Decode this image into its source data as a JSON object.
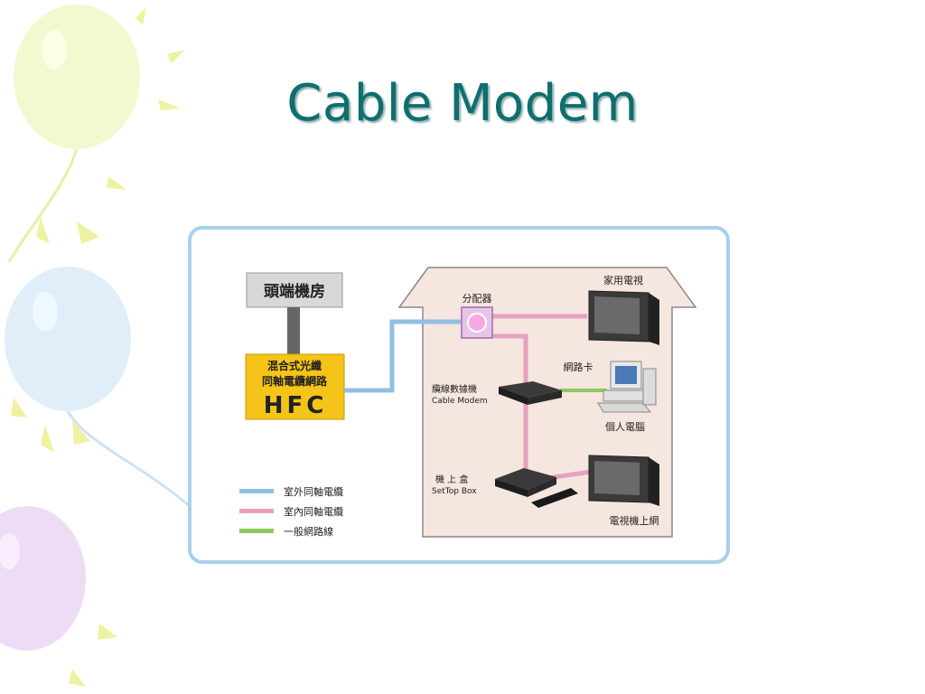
{
  "slide": {
    "title": "Cable Modem"
  },
  "diagram": {
    "headend_label": "頭端機房",
    "hfc_line1": "混合式光纖",
    "hfc_line2": "同軸電纜網路",
    "hfc_big": "HFC",
    "splitter_label": "分配器",
    "home_tv_label": "家用電視",
    "nic_label": "網路卡",
    "modem_label_cn": "纜線數據機",
    "modem_label_en": "Cable Modem",
    "pc_label": "個人電腦",
    "stb_label_cn": "機 上 盒",
    "stb_label_en": "SetTop Box",
    "tv_internet_label": "電視機上網"
  },
  "legend": {
    "items": [
      {
        "label": "室外同軸電纜",
        "color": "#8fc0e0"
      },
      {
        "label": "室內同軸電纜",
        "color": "#e8a0c0"
      },
      {
        "label": "一般網路線",
        "color": "#90c860"
      }
    ]
  },
  "colors": {
    "title": "#0f6e6e",
    "frame_border": "#a8d0ec",
    "house_fill": "#f5e6df",
    "hfc_fill": "#f5c418",
    "headend_fill": "#d8d8d8"
  }
}
